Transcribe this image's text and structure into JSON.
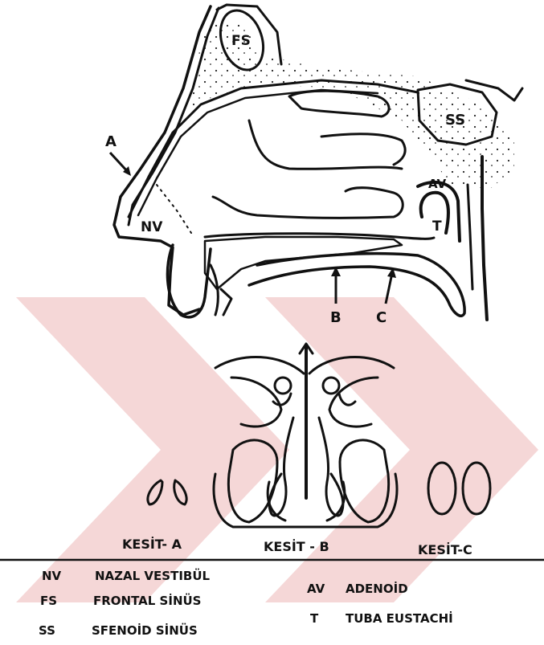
{
  "watermark_color": "#f4d3d3",
  "figure_labels": {
    "fs": "FS",
    "ss": "SS",
    "a": "A",
    "nv": "NV",
    "av": "AV",
    "t": "T",
    "b": "B",
    "c": "C"
  },
  "sections": {
    "a": "KESİT- A",
    "b": "KESİT - B",
    "c": "KESİT-C"
  },
  "legend": [
    {
      "abbr": "NV",
      "text": "NAZAL VESTIBÜL"
    },
    {
      "abbr": "FS",
      "text": "FRONTAL SİNÜS"
    },
    {
      "abbr": "SS",
      "text": "SFENOİD SİNÜS"
    },
    {
      "abbr": "AV",
      "text": "ADENOİD"
    },
    {
      "abbr": "T",
      "text": "TUBA EUSTACHİ"
    }
  ]
}
